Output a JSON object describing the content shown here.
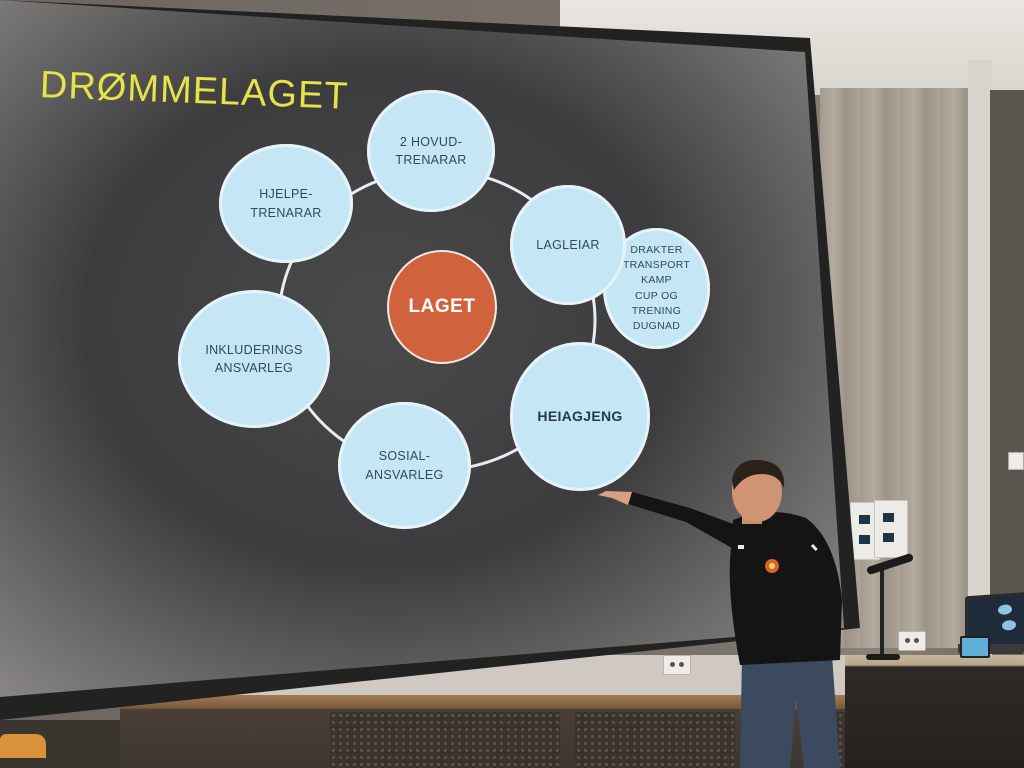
{
  "slide": {
    "title": "DRØMMELAGET",
    "center": "LAGET",
    "nodes": {
      "hovudtrenarar": "2 HOVUD-\nTRENARAR",
      "hjelpetrenarar": "HJELPE-\nTRENARAR",
      "lagleiar": "LAGLEIAR",
      "lagleiar_tasks": "DRAKTER\nTRANSPORT\nKAMP\nCUP OG TRENING\nDUGNAD",
      "inkluderingsansvarleg": "INKLUDERINGS\nANSVARLEG",
      "sosialansvarleg": "SOSIAL-\nANSVARLEG",
      "heiagjeng": "HEIAGJENG"
    }
  },
  "colors": {
    "title": "#e6e24a",
    "bubble": "#c5e6f4",
    "center_bubble": "#d1623e",
    "bubble_text": "#304a56"
  }
}
